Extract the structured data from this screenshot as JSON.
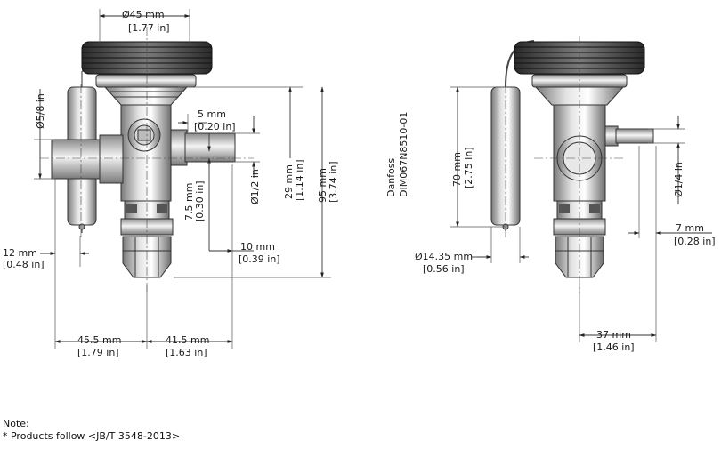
{
  "front_view": {
    "dia_45": [
      "Ø45 mm",
      "[1.77 in]"
    ],
    "dia_5_8": "Ø5/8 in",
    "mm_5": [
      "5 mm",
      "[0.20 in]"
    ],
    "dia_1_2": "Ø1/2 in",
    "mm_7_5": [
      "7.5 mm",
      "[0.30 in]"
    ],
    "mm_29": [
      "29 mm",
      "[1.14 in]"
    ],
    "mm_95": [
      "95 mm",
      "[3.74 in]"
    ],
    "mm_10": [
      "10 mm",
      "[0.39 in]"
    ],
    "mm_12": [
      "12 mm",
      "[0.48 in]"
    ],
    "mm_45_5": [
      "45.5 mm",
      "[1.79 in]"
    ],
    "mm_41_5": [
      "41.5 mm",
      "[1.63 in]"
    ]
  },
  "side_view": {
    "brand": "Danfoss",
    "part_number": "DIM067N8510-01",
    "mm_70": [
      "70 mm",
      "[2.75 in]"
    ],
    "dia_1_4": "Ø1/4 in",
    "mm_7": [
      "7 mm",
      "[0.28 in]"
    ],
    "dia_14_35": [
      "Ø14.35 mm",
      "[0.56 in]"
    ],
    "mm_37": [
      "37 mm",
      "[1.46 in]"
    ]
  },
  "note": {
    "title": "Note:",
    "text": "* Products follow <JB/T 3548-2013>"
  }
}
